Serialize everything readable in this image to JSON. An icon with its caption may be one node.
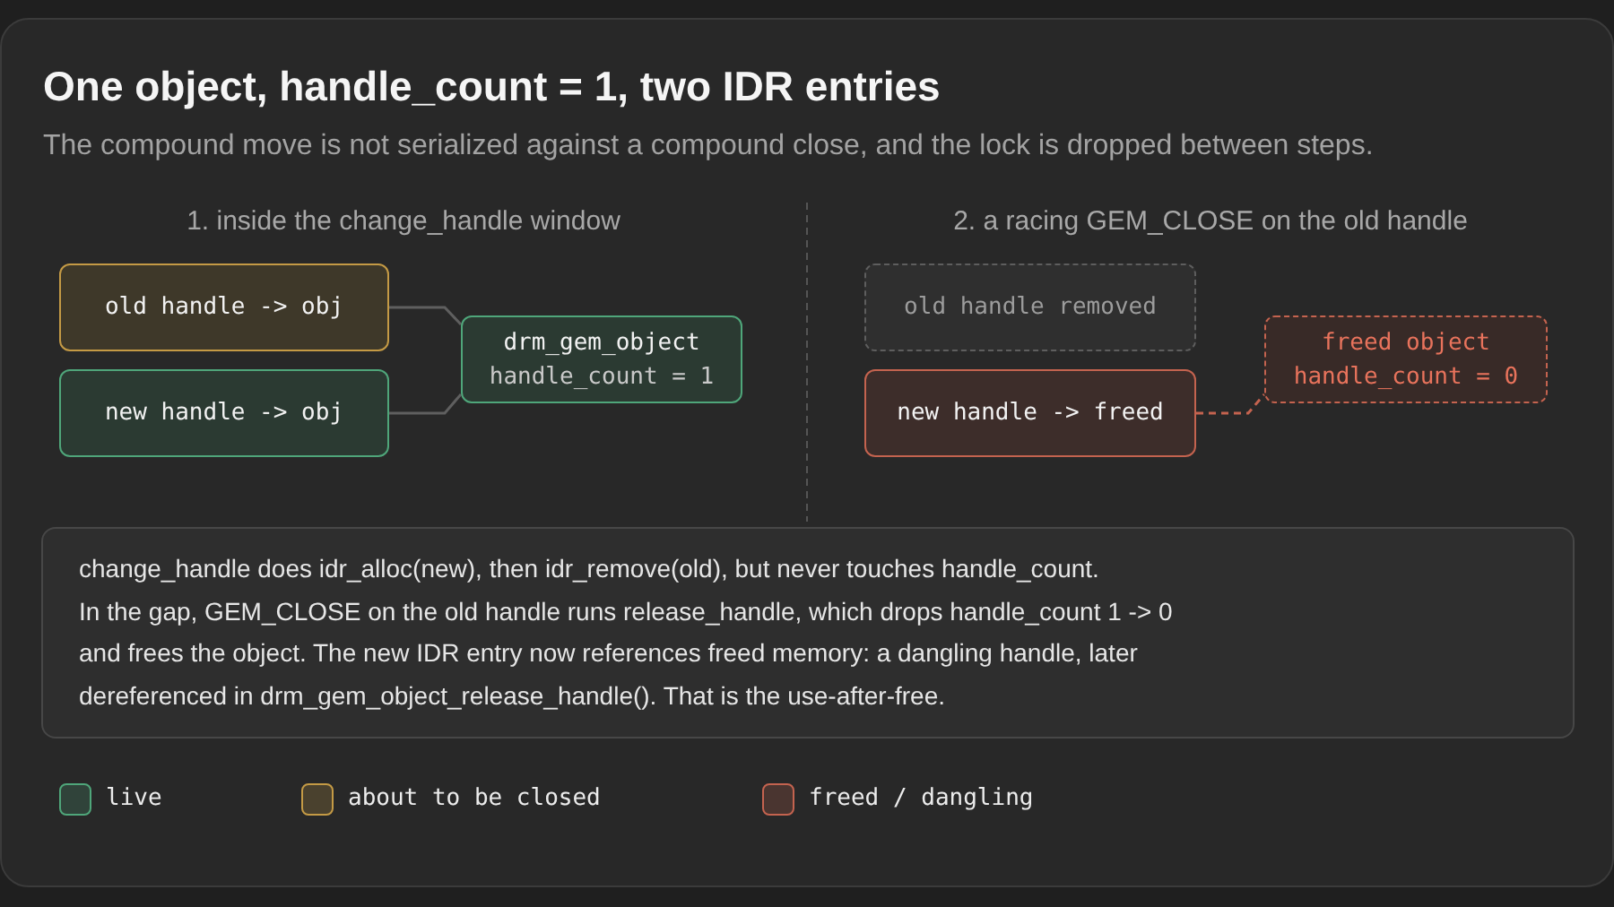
{
  "diagram": {
    "title": "One object, handle_count = 1, two IDR entries",
    "nodes": [
      {
        "text": [
          "old handle -> obj"
        ]
      },
      {
        "text": [
          "new handle -> obj"
        ]
      },
      {
        "text": [
          "drm_gem_object",
          "handle_count = 1"
        ]
      },
      {
        "text": [
          "old handle removed"
        ]
      },
      {
        "text": [
          "new handle -> freed"
        ]
      },
      {
        "text": [
          "freed object",
          "handle_count = 0"
        ]
      },
      {
        "text": [
          "change_handle does idr_alloc(new), then idr_remove(old), but never touches handle_count.",
          "In the gap, GEM_CLOSE on the old handle runs release_handle, which drops handle_count 1 -> 0 and frees the object. The new IDR entry now references freed memory: a dangling handle, later dereferenced in drm_gem_object_release_handle(). That is the use-after-free."
        ]
      }
    ],
    "edges": [
      {
        "from": 0,
        "to": 2,
        "arrow": "none"
      },
      {
        "from": 1,
        "to": 2,
        "arrow": "none"
      },
      {
        "from": 4,
        "to": 5,
        "arrow": "none",
        "style": "dashed",
        "color": "#c4634f"
      }
    ],
    "labels": [
      "The compound move is not serialized against a compound close, and the lock is dropped between steps.",
      "1. inside the change_handle window",
      "2. a racing GEM_CLOSE on the old handle"
    ],
    "legend": [
      {
        "text": "live",
        "color": "#4fa67a"
      },
      {
        "text": "about to be closed",
        "color": "#c49a45"
      },
      {
        "text": "freed / dangling",
        "color": "#c4634f"
      }
    ]
  }
}
